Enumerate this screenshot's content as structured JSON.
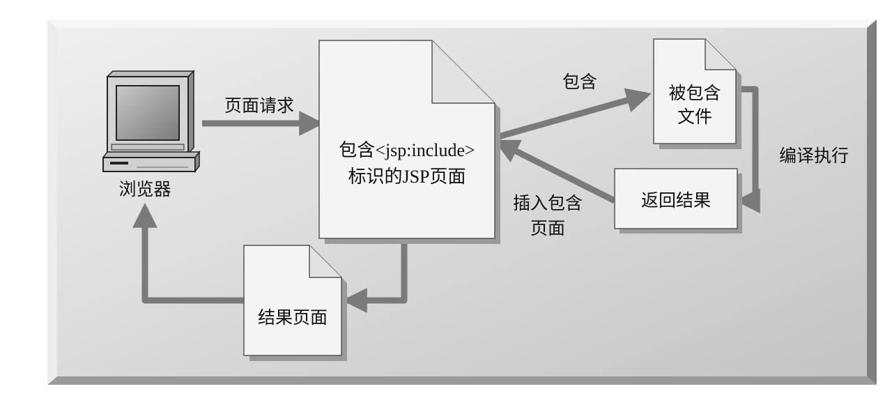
{
  "labels": {
    "browser": "浏览器",
    "page_request": "页面请求",
    "jsp_page_line1": "包含<jsp:include>",
    "jsp_page_line2": "标识的JSP页面",
    "include": "包含",
    "included_file_line1": "被包含",
    "included_file_line2": "文件",
    "compile_execute": "编译执行",
    "return_result": "返回结果",
    "insert_line1": "插入包含",
    "insert_line2": "页面",
    "result_page": "结果页面"
  },
  "colors": {
    "panel": "#d6d6d6",
    "panel_shadow": "#8a8a8a",
    "doc_fill": "#f4f4f4",
    "doc_stroke": "#555555",
    "arrow": "#7a7a7a",
    "text": "#111111"
  },
  "icons": {
    "browser": "computer-monitor-icon"
  }
}
